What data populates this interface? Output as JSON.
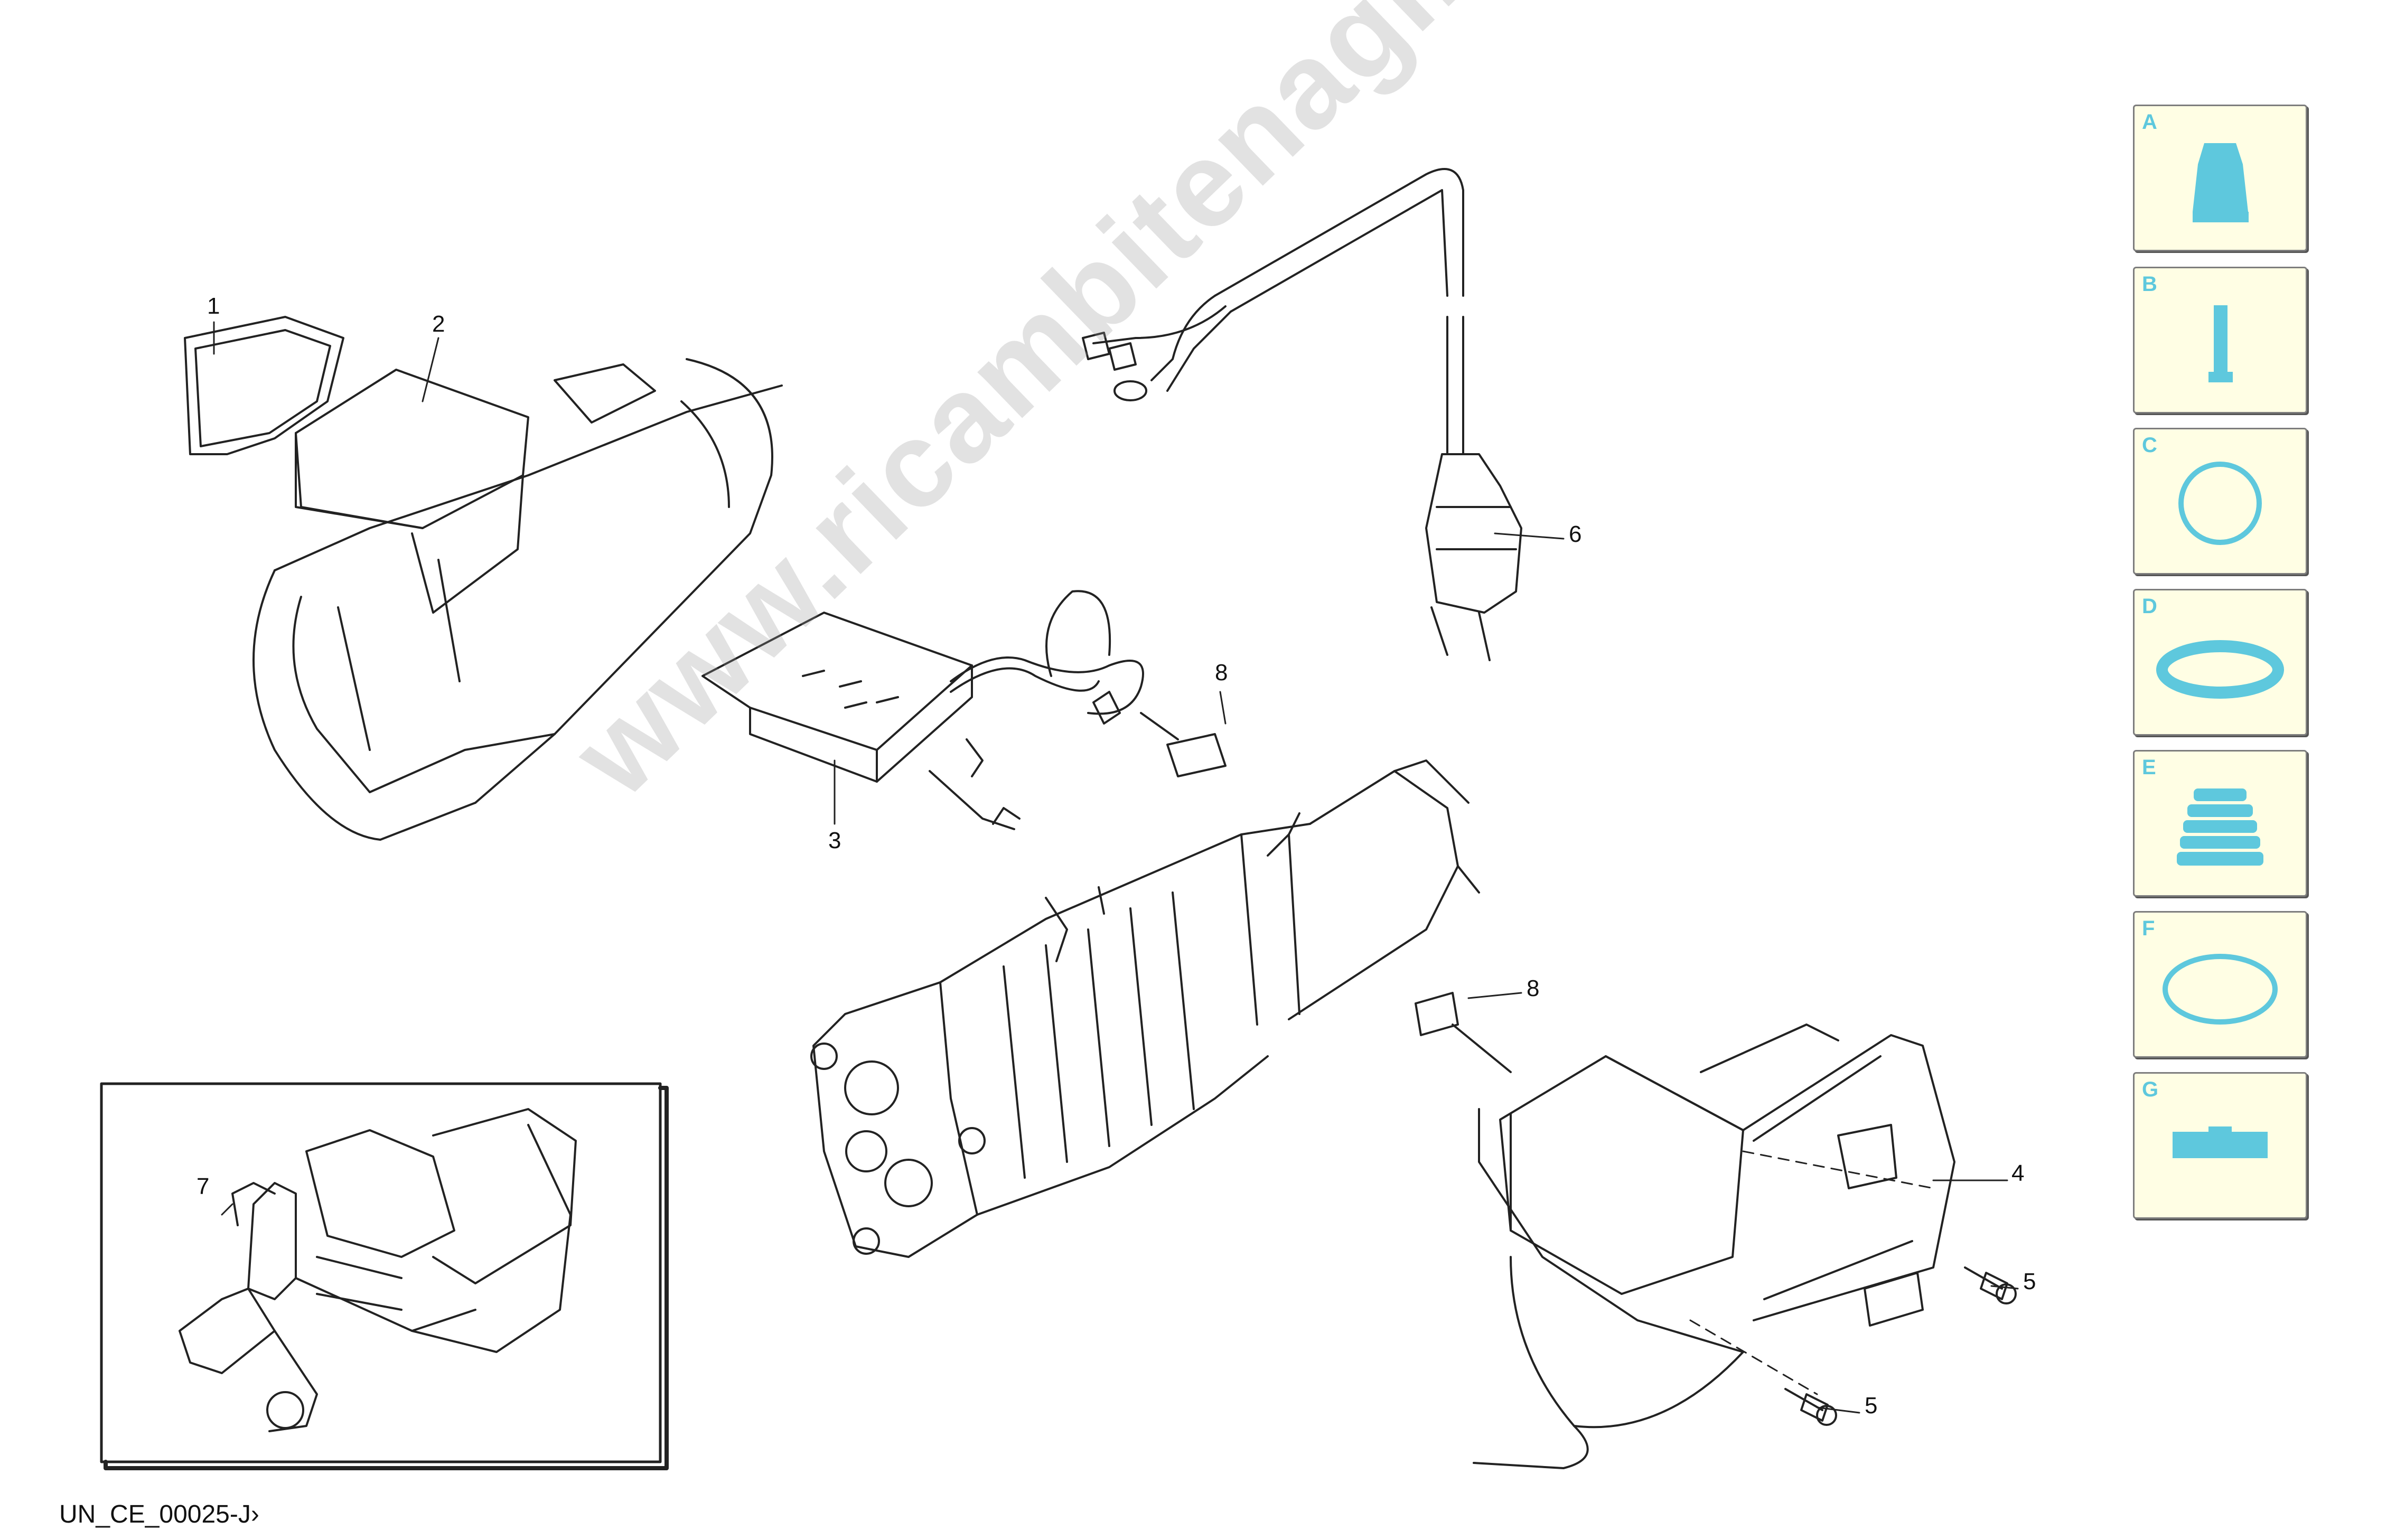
{
  "diagram": {
    "callouts": [
      "1",
      "2",
      "3",
      "4",
      "5",
      "5",
      "6",
      "7",
      "8",
      "8"
    ],
    "legend": [
      {
        "letter": "A",
        "icon": "cap-icon"
      },
      {
        "letter": "B",
        "icon": "piston-icon"
      },
      {
        "letter": "C",
        "icon": "o-ring-icon"
      },
      {
        "letter": "D",
        "icon": "seal-ring-icon"
      },
      {
        "letter": "E",
        "icon": "bellows-icon"
      },
      {
        "letter": "F",
        "icon": "gasket-icon"
      },
      {
        "letter": "G",
        "icon": "bracket-icon"
      }
    ],
    "footer_code": "UN_CE_00025-J›",
    "watermark": "www.ricambitenaglie.com",
    "colors": {
      "legend_bg": "#fffee4",
      "legend_icon": "#5ec8dd",
      "line": "#222222"
    }
  }
}
